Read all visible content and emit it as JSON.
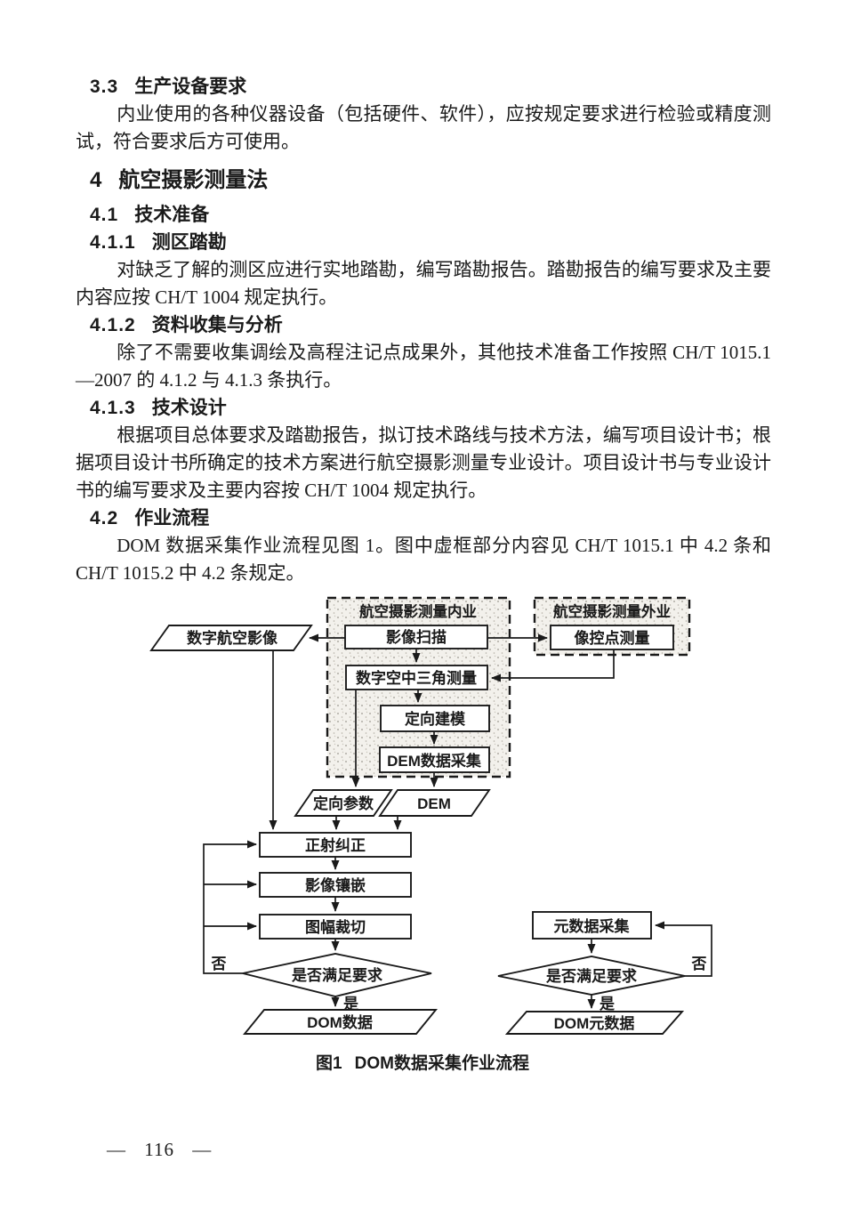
{
  "doc": {
    "s33": {
      "num": "3.3",
      "title": "生产设备要求"
    },
    "p33": "内业使用的各种仪器设备（包括硬件、软件），应按规定要求进行检验或精度测试，符合要求后方可使用。",
    "s4": {
      "num": "4",
      "title": "航空摄影测量法"
    },
    "s41": {
      "num": "4.1",
      "title": "技术准备"
    },
    "s411": {
      "num": "4.1.1",
      "title": "测区踏勘"
    },
    "p411": "对缺乏了解的测区应进行实地踏勘，编写踏勘报告。踏勘报告的编写要求及主要内容应按 CH/T 1004 规定执行。",
    "s412": {
      "num": "4.1.2",
      "title": "资料收集与分析"
    },
    "p412": "除了不需要收集调绘及高程注记点成果外，其他技术准备工作按照 CH/T 1015.1—2007 的 4.1.2 与 4.1.3 条执行。",
    "s413": {
      "num": "4.1.3",
      "title": "技术设计"
    },
    "p413": "根据项目总体要求及踏勘报告，拟订技术路线与技术方法，编写项目设计书；根据项目设计书所确定的技术方案进行航空摄影测量专业设计。项目设计书与专业设计书的编写要求及主要内容按 CH/T 1004 规定执行。",
    "s42": {
      "num": "4.2",
      "title": "作业流程"
    },
    "p42": "DOM 数据采集作业流程见图 1。图中虚框部分内容见 CH/T 1015.1 中 4.2 条和 CH/T 1015.2 中 4.2 条规定。"
  },
  "figure": {
    "caption": {
      "label": "图1",
      "title": "DOM数据采集作业流程"
    },
    "groups": {
      "indoor": "航空摄影测量内业",
      "outdoor": "航空摄影测量外业"
    },
    "nodes": {
      "digital_aerial_image": "数字航空影像",
      "image_scanning": "影像扫描",
      "control_point_survey": "像控点测量",
      "digital_aerial_triangulation": "数字空中三角测量",
      "orientation_modeling": "定向建模",
      "dem_data_collection": "DEM数据采集",
      "orientation_parameters": "定向参数",
      "dem": "DEM",
      "orthorectification": "正射纠正",
      "image_mosaic": "影像镶嵌",
      "sheet_clipping": "图幅裁切",
      "meet_requirements_left": "是否满足要求",
      "metadata_collection": "元数据采集",
      "meet_requirements_right": "是否满足要求",
      "dom_data": "DOM数据",
      "dom_metadata": "DOM元数据"
    },
    "labels": {
      "yes": "是",
      "no": "否"
    }
  },
  "footer": {
    "page_number": "— 116 —"
  }
}
